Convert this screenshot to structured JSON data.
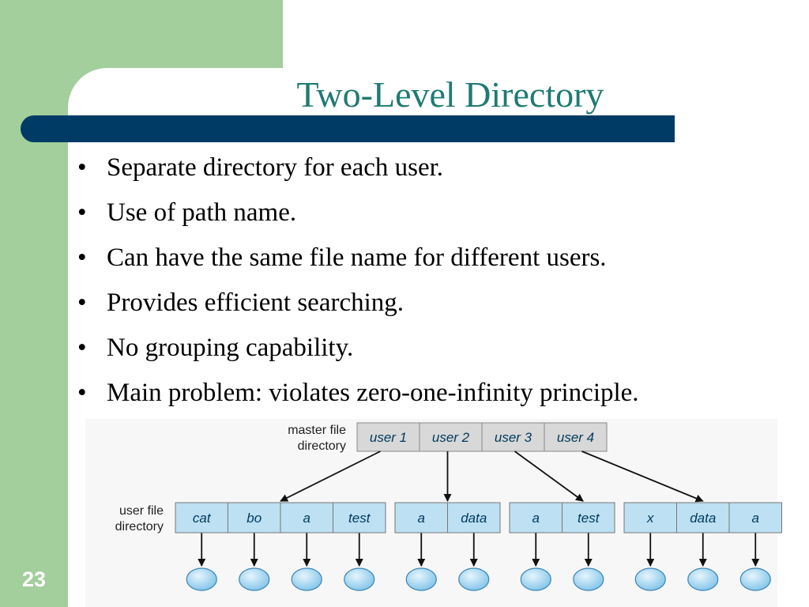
{
  "slide": {
    "title": "Two-Level Directory",
    "page_number": "23",
    "bullets": [
      "Separate directory for each user.",
      "Use of path name.",
      "Can have the same file name for different users.",
      "Provides efficient searching.",
      "No grouping capability.",
      "Main problem: violates zero-one-infinity principle."
    ]
  },
  "diagram": {
    "master_label": [
      "master file",
      "directory"
    ],
    "user_label": [
      "user file",
      "directory"
    ],
    "master_entries": [
      "user 1",
      "user 2",
      "user 3",
      "user 4"
    ],
    "user_directories": [
      [
        "cat",
        "bo",
        "a",
        "test"
      ],
      [
        "a",
        "data"
      ],
      [
        "a",
        "test"
      ],
      [
        "x",
        "data",
        "a"
      ]
    ],
    "colors": {
      "master_cell": "#d8d8d8",
      "user_cell": "#bde0f2",
      "file_node": "#9fd4f0",
      "slide_green": "#a2cf9c",
      "title_bar": "#003b66",
      "title_text": "#1f7a72"
    }
  }
}
